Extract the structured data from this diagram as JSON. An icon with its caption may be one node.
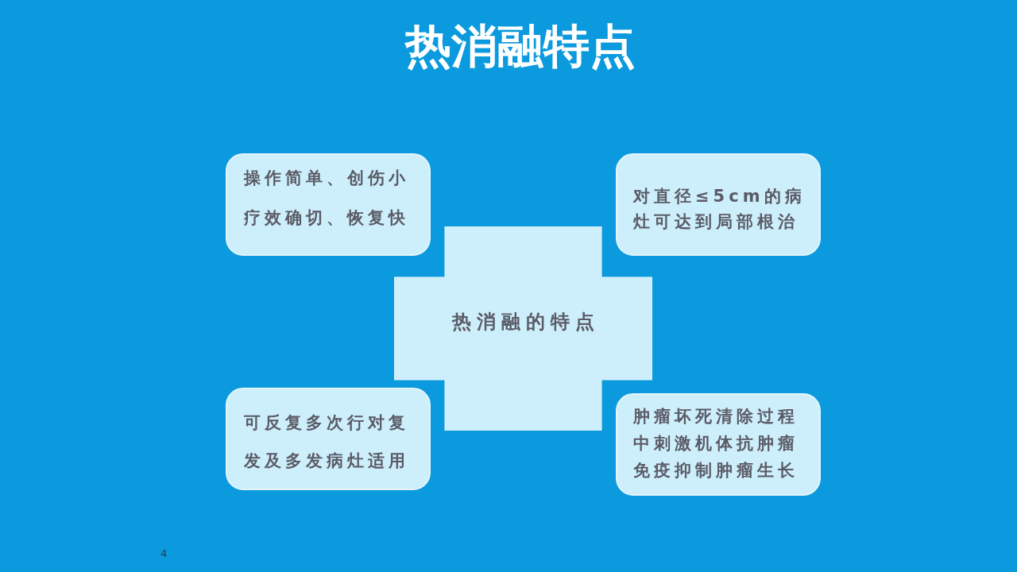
{
  "diagram": {
    "title": "热消融特点",
    "nodes": [
      {
        "text": [
          "操作简单、创伤小疗效确切、恢复快"
        ]
      },
      {
        "text": [
          "对直径≤5cm的病灶可达到局部根治"
        ]
      },
      {
        "text": [
          "热消融的特点"
        ]
      },
      {
        "text": [
          "可反复多次行对复发及多发病灶适用"
        ]
      },
      {
        "text": [
          "肿瘤坏死清除过程中刺激机体抗肿瘤免疫抑制肿瘤生长"
        ]
      }
    ],
    "labels": [
      "4"
    ]
  }
}
